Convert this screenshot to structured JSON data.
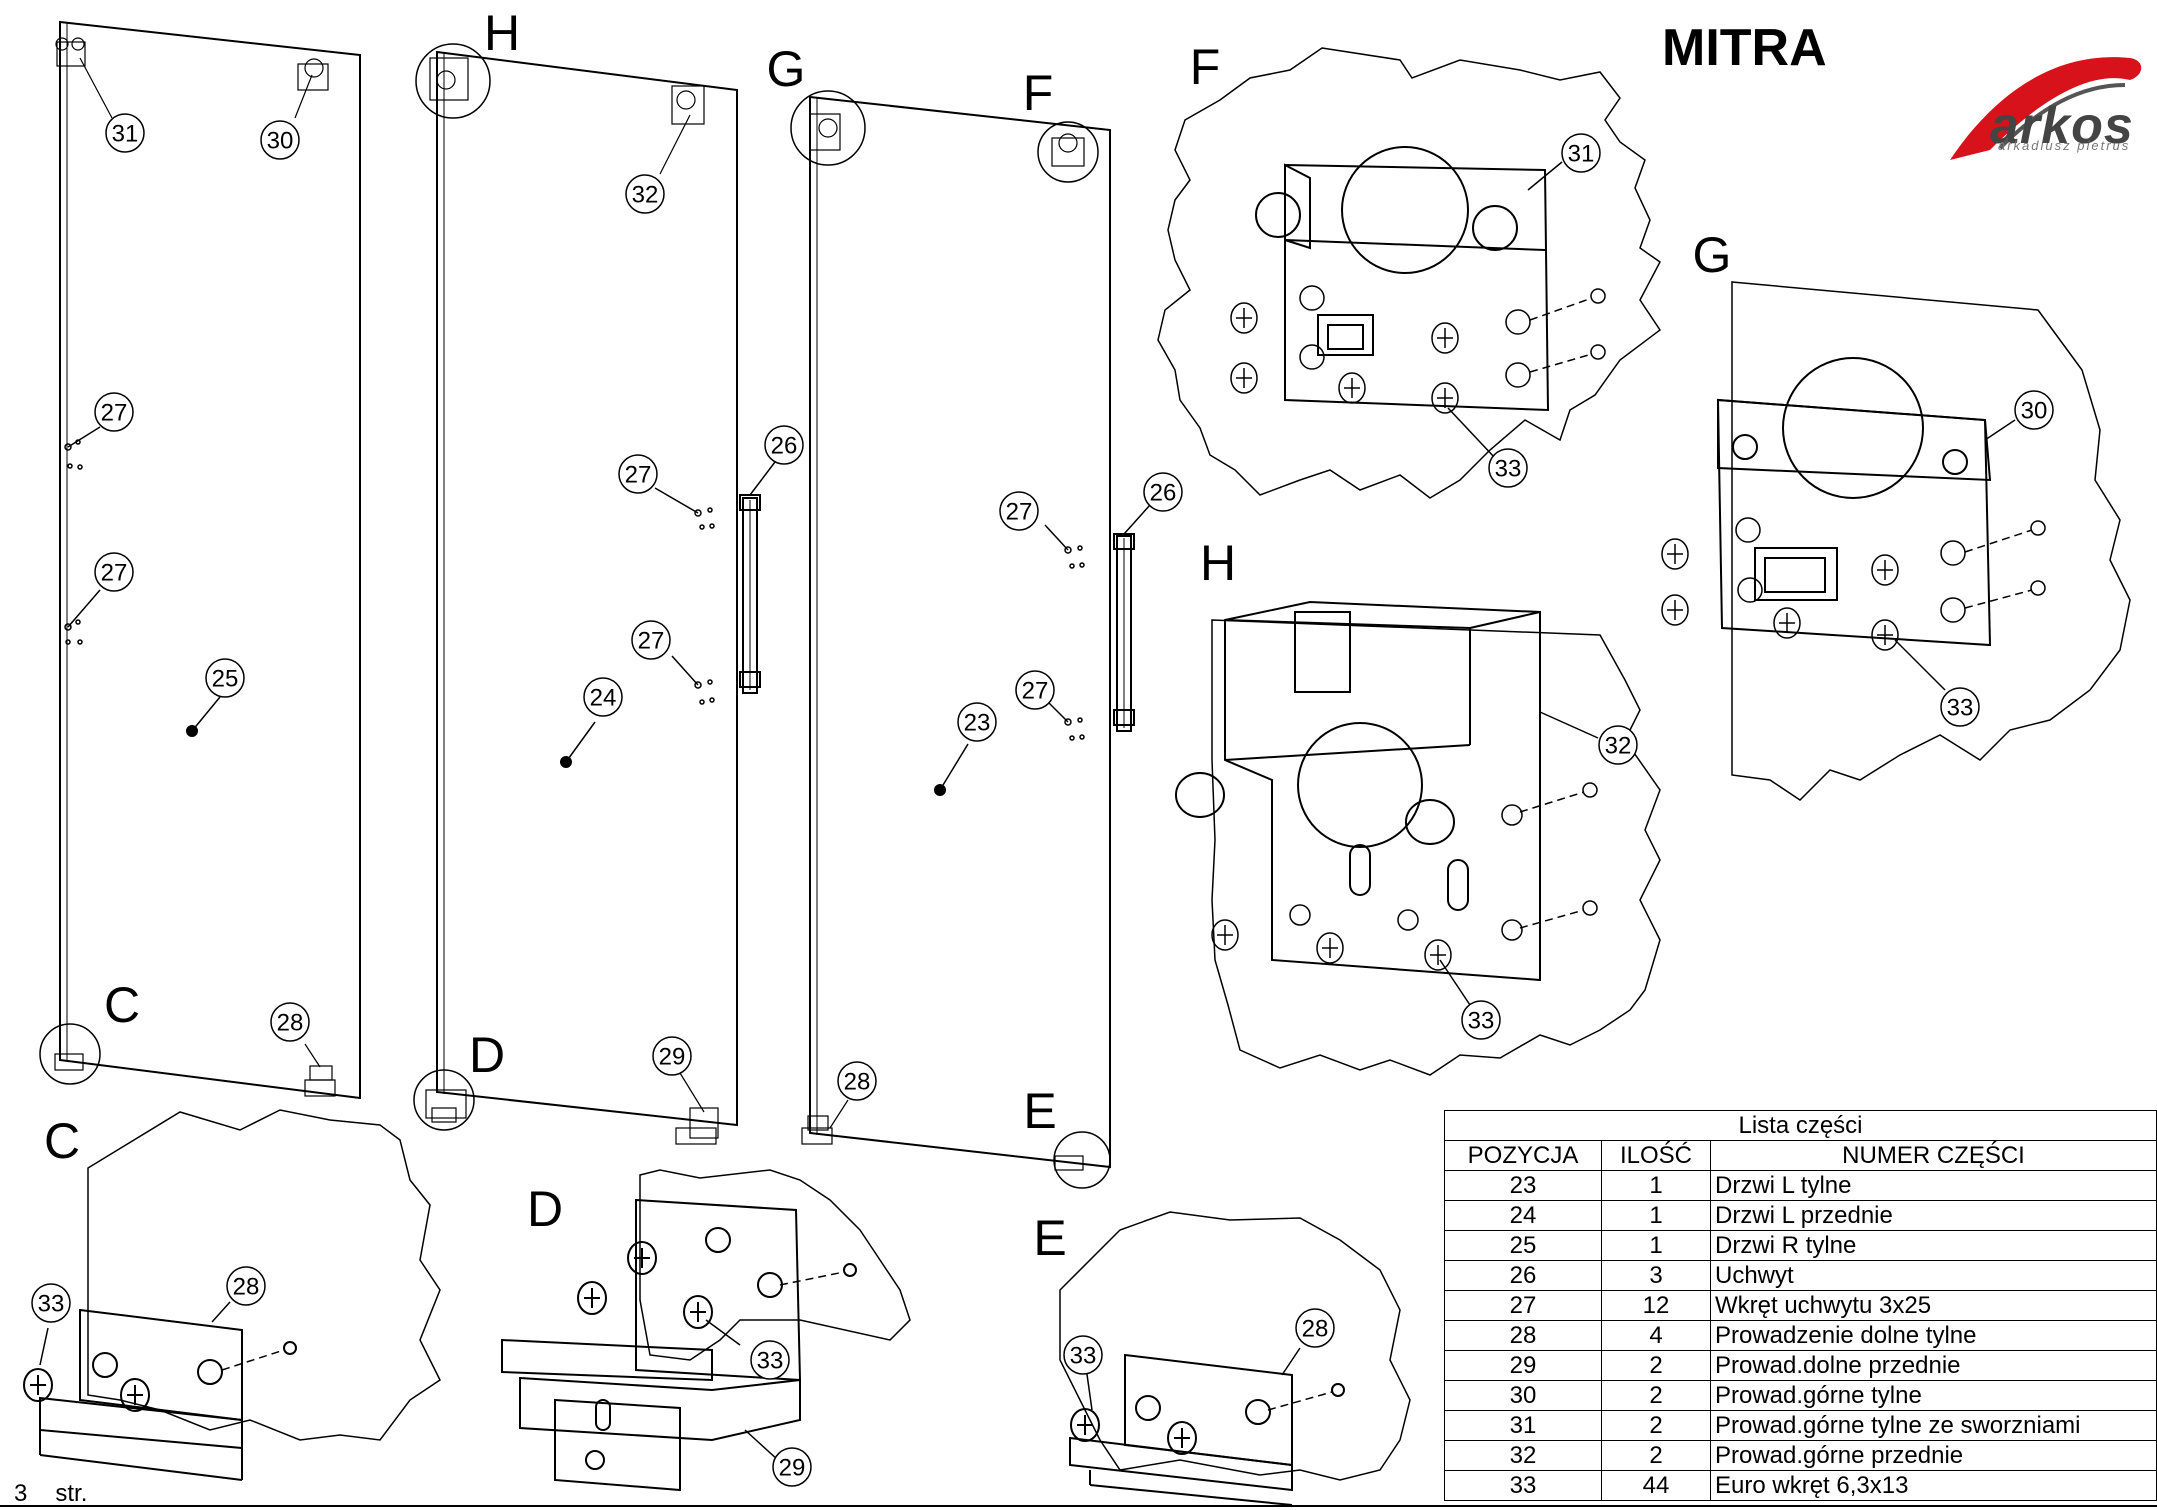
{
  "header": {
    "title": "MITRA"
  },
  "logo": {
    "word": "arkos",
    "subtitle": "arkadiusz pietrus"
  },
  "footer": {
    "page_number": "3",
    "page_suffix": "str."
  },
  "views": {
    "c": "C",
    "d": "D",
    "e": "E",
    "f": "F",
    "g": "G",
    "h": "H"
  },
  "callouts": {
    "p23": "23",
    "p24": "24",
    "p25": "25",
    "p26": "26",
    "p27": "27",
    "p28": "28",
    "p29": "29",
    "p30": "30",
    "p31": "31",
    "p32": "32",
    "p33": "33"
  },
  "parts_list": {
    "caption": "Lista części",
    "columns": [
      "POZYCJA",
      "ILOŚĆ",
      "NUMER CZĘŚCI"
    ],
    "rows": [
      [
        "23",
        "1",
        "Drzwi L tylne"
      ],
      [
        "24",
        "1",
        "Drzwi L przednie"
      ],
      [
        "25",
        "1",
        "Drzwi R tylne"
      ],
      [
        "26",
        "3",
        "Uchwyt"
      ],
      [
        "27",
        "12",
        "Wkręt uchwytu 3x25"
      ],
      [
        "28",
        "4",
        "Prowadzenie dolne tylne"
      ],
      [
        "29",
        "2",
        "Prowad.dolne przednie"
      ],
      [
        "30",
        "2",
        "Prowad.górne tylne"
      ],
      [
        "31",
        "2",
        "Prowad.górne tylne ze sworzniami"
      ],
      [
        "32",
        "2",
        "Prowad.górne przednie"
      ],
      [
        "33",
        "44",
        "Euro wkręt  6,3x13"
      ]
    ]
  },
  "colors": {
    "line": "#000000",
    "logo_red": "#d8121b",
    "logo_grey": "#555555"
  }
}
